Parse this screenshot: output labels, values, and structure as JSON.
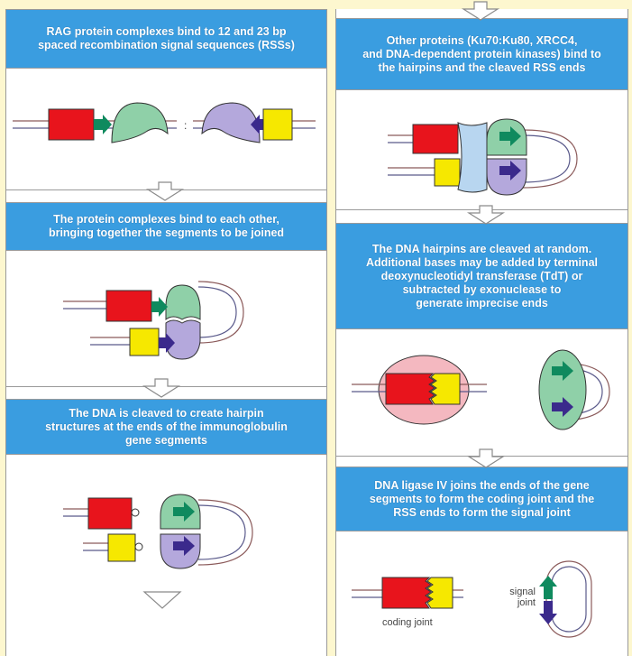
{
  "steps": {
    "s1": "RAG protein complexes bind to 12 and 23 bp\nspaced recombination signal sequences (RSSs)",
    "s2": "The protein complexes bind to each other,\nbringing together the segments to be joined",
    "s3": "The DNA is cleaved to create hairpin\nstructures at the ends of the immunoglobulin\ngene segments",
    "s4": "Other proteins (Ku70:Ku80, XRCC4,\nand DNA-dependent protein kinases) bind to\nthe hairpins and the cleaved RSS ends",
    "s5": "The DNA hairpins are cleaved at random.\nAdditional bases may be added by terminal\ndeoxynucleotidyl transferase (TdT) or\nsubtracted by exonuclease to\ngenerate imprecise ends",
    "s6": "DNA ligase IV joins the ends of the gene\nsegments to form the coding joint and the\nRSS ends to form the signal joint"
  },
  "labels": {
    "coding_joint": "coding joint",
    "signal_joint": "signal\njoint"
  },
  "colors": {
    "header": "#3a9de0",
    "gene_red": "#e8141c",
    "gene_yellow": "#f6e800",
    "rag_green": "#8fd0a8",
    "rag_lavender": "#b4a8dc",
    "arrow_green": "#0f8a5e",
    "arrow_purple": "#3b2a8c",
    "ku_blue": "#b8d6f0",
    "pink_complex": "#f4b8c0",
    "background": "#fdf7cf"
  }
}
